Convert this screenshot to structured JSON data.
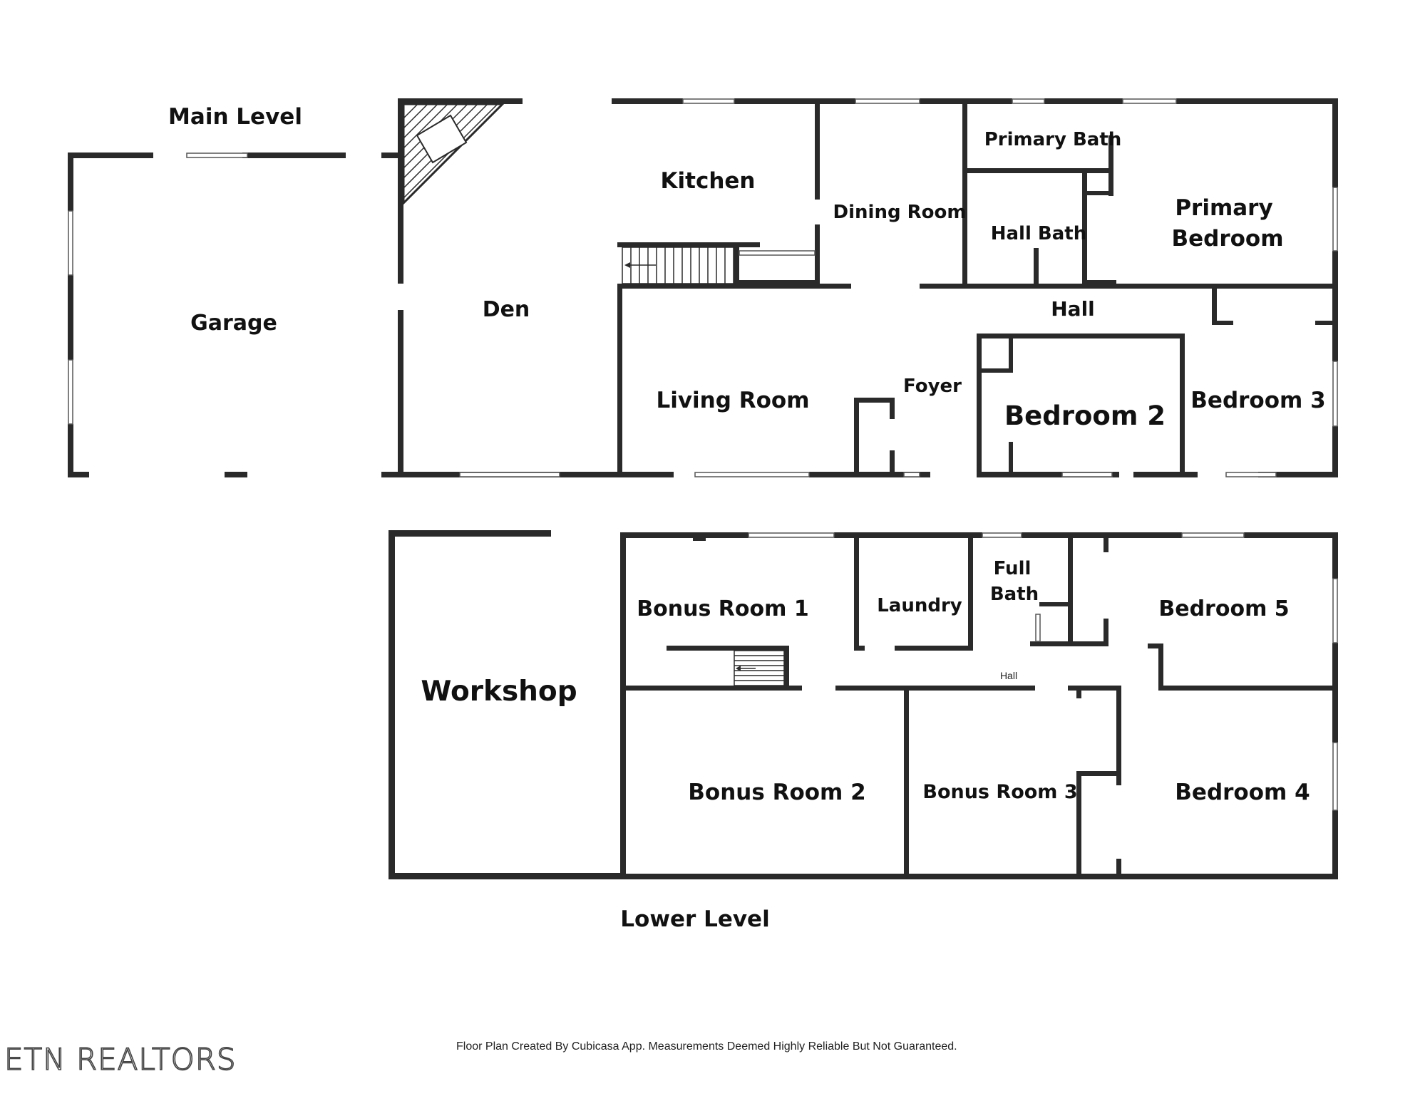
{
  "levels": {
    "main": "Main Level",
    "lower": "Lower Level"
  },
  "rooms": {
    "garage": "Garage",
    "den": "Den",
    "kitchen": "Kitchen",
    "dining_room": "Dining Room",
    "primary_bath": "Primary Bath",
    "hall_bath": "Hall Bath",
    "primary_bedroom_line1": "Primary",
    "primary_bedroom_line2": "Bedroom",
    "hall_main": "Hall",
    "living_room": "Living Room",
    "foyer": "Foyer",
    "bedroom_2": "Bedroom 2",
    "bedroom_3": "Bedroom 3",
    "workshop": "Workshop",
    "bonus_room_1": "Bonus Room 1",
    "laundry": "Laundry",
    "full_bath_line1": "Full",
    "full_bath_line2": "Bath",
    "bedroom_5": "Bedroom 5",
    "hall_lower": "Hall",
    "bonus_room_2": "Bonus Room 2",
    "bonus_room_3": "Bonus Room 3",
    "bedroom_4": "Bedroom 4"
  },
  "footer": {
    "note": "Floor Plan Created By Cubicasa App. Measurements Deemed Highly Reliable But Not Guaranteed.",
    "logo": "ETN REALTORS"
  },
  "colors": {
    "wall": "#2a2a2a",
    "background": "#ffffff"
  }
}
